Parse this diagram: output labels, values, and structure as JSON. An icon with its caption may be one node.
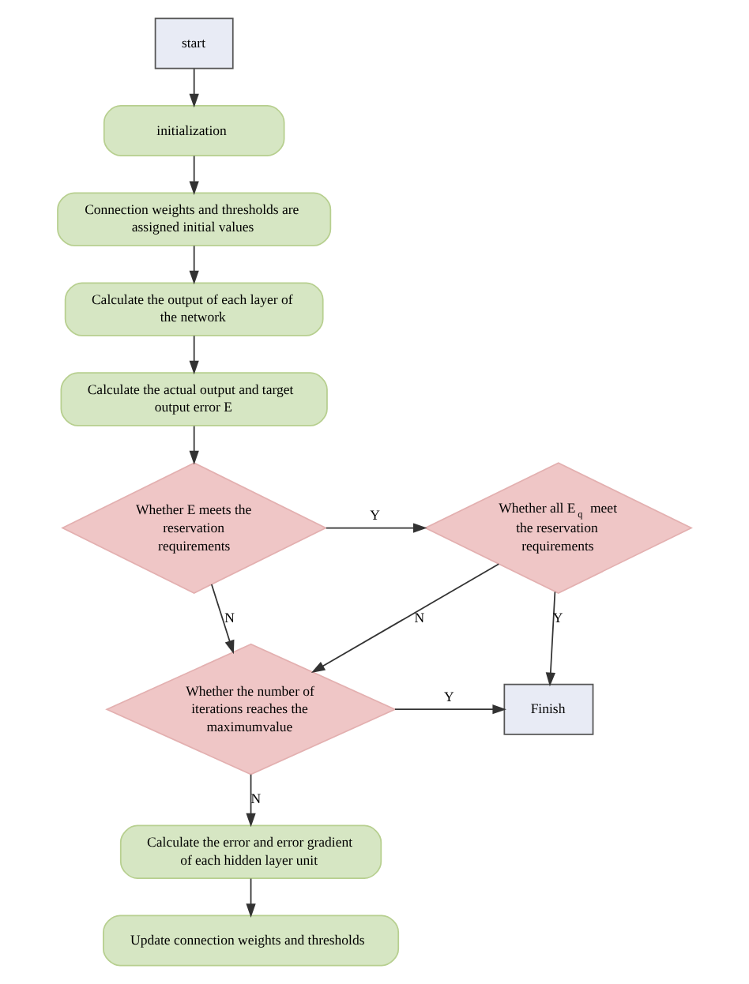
{
  "diagram": {
    "nodes": [
      {
        "text": [
          "start"
        ]
      },
      {
        "text": [
          "initialization"
        ]
      },
      {
        "text": [
          "Connection weights and thresholds are assigned initial values"
        ]
      },
      {
        "text": [
          "Calculate the output of each layer of the network"
        ]
      },
      {
        "text": [
          "Calculate the actual output and target output error E"
        ]
      },
      {
        "text": [
          "Whether E meets the reservation requirements"
        ]
      },
      {
        "text": [
          "Whether all E$_{q}$ meet the reservation requirements"
        ]
      },
      {
        "text": [
          "Whether the number of iterations reaches the maximumvalue"
        ]
      },
      {
        "text": [
          "Finish"
        ]
      },
      {
        "text": [
          "Calculate the error and error gradient of each hidden layer unit"
        ]
      },
      {
        "text": [
          "Update connection weights and thresholds"
        ]
      }
    ],
    "edges": [
      {
        "from": 0,
        "to": 1,
        "arrow": "to"
      },
      {
        "from": 1,
        "to": 2,
        "arrow": "to"
      },
      {
        "from": 2,
        "to": 3,
        "arrow": "to"
      },
      {
        "from": 3,
        "to": 4,
        "arrow": "to"
      },
      {
        "from": 4,
        "to": 5,
        "arrow": "to"
      },
      {
        "from": 5,
        "to": 6,
        "label": "Y",
        "arrow": "to"
      },
      {
        "from": 5,
        "to": 7,
        "label": "N",
        "arrow": "to"
      },
      {
        "from": 6,
        "to": 7,
        "label": "N",
        "arrow": "to"
      },
      {
        "from": 6,
        "to": 8,
        "label": "Y",
        "arrow": "to"
      },
      {
        "from": 7,
        "to": 8,
        "label": "Y",
        "arrow": "to"
      },
      {
        "from": 7,
        "to": 9,
        "label": "N",
        "arrow": "to"
      },
      {
        "from": 9,
        "to": 10,
        "arrow": "to"
      }
    ]
  }
}
